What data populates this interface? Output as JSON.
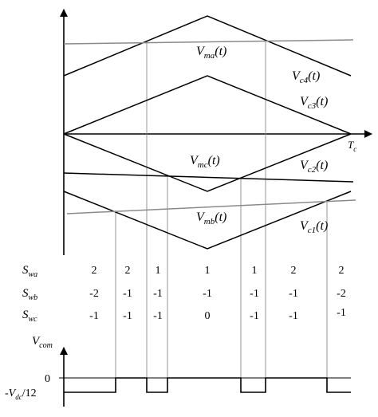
{
  "carriers": {
    "vc4": "V",
    "vc4_sub": "c4",
    "vc3": "V",
    "vc3_sub": "c3",
    "vc2": "V",
    "vc2_sub": "c2",
    "vc1": "V",
    "vc1_sub": "c1",
    "arg": "(t)"
  },
  "modulating": {
    "vma": "V",
    "vma_sub": "ma",
    "vmb": "V",
    "vmb_sub": "mb",
    "vmc": "V",
    "vmc_sub": "mc"
  },
  "axis": {
    "tc": "T",
    "tc_sub": "c",
    "vcom": "V",
    "vcom_sub": "com",
    "zero": "0",
    "neg_a": "-V",
    "neg_sub": "dc",
    "neg_b": "/12"
  },
  "switch_table": {
    "rows": [
      {
        "symbol": "S",
        "sub": "wa",
        "values": [
          "2",
          "2",
          "1",
          "1",
          "1",
          "2",
          "2"
        ]
      },
      {
        "symbol": "S",
        "sub": "wb",
        "values": [
          "-2",
          "-1",
          "-1",
          "-1",
          "-1",
          "-1",
          "-2"
        ]
      },
      {
        "symbol": "S",
        "sub": "wc",
        "values": [
          "-1",
          "-1",
          "-1",
          "0",
          "-1",
          "-1",
          "-1"
        ]
      }
    ]
  },
  "colors": {
    "ink": "#000000",
    "grey_line": "#8a8a8a"
  }
}
